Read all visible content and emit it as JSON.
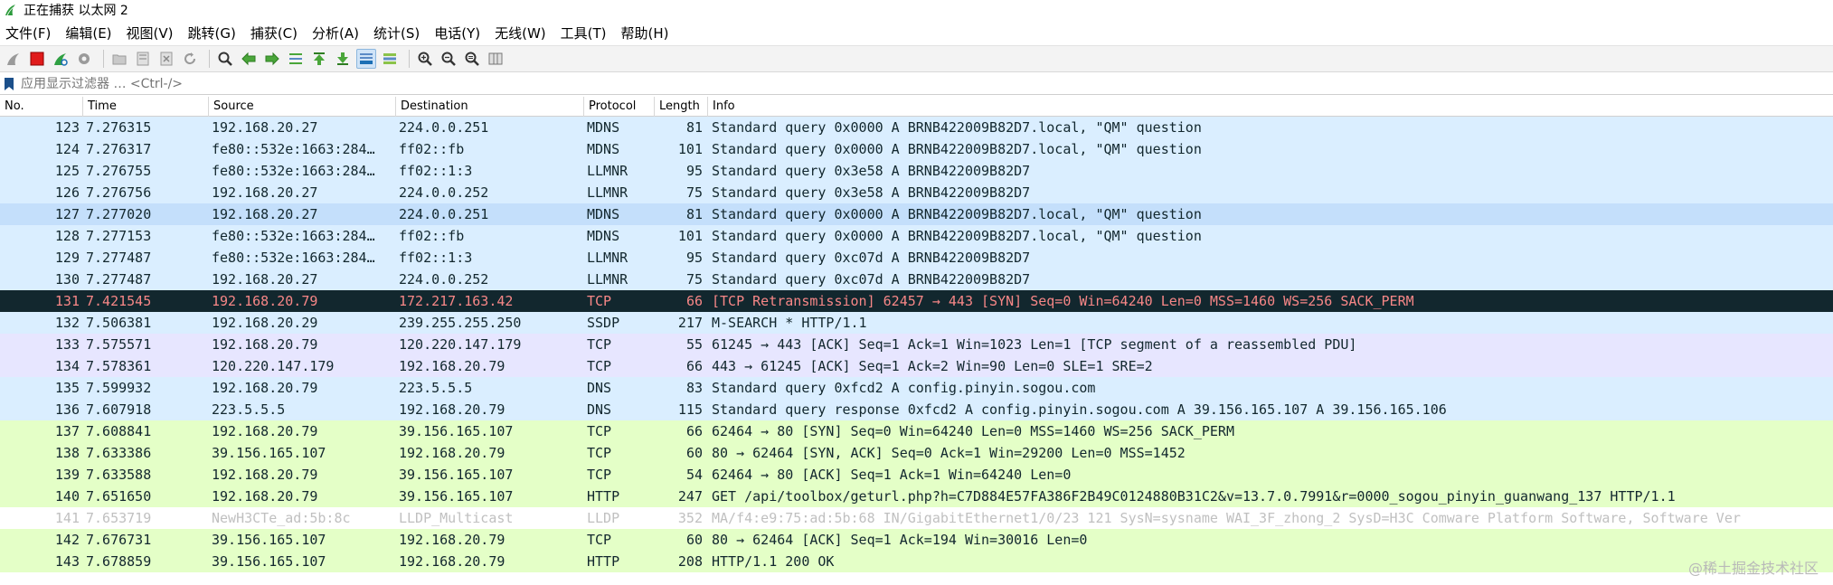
{
  "window": {
    "title": "正在捕获 以太网 2"
  },
  "menu": [
    "文件(F)",
    "编辑(E)",
    "视图(V)",
    "跳转(G)",
    "捕获(C)",
    "分析(A)",
    "统计(S)",
    "电话(Y)",
    "无线(W)",
    "工具(T)",
    "帮助(H)"
  ],
  "toolbar": {
    "icons": [
      "shark-fin-start-icon",
      "stop-square-icon",
      "restart-fin-icon",
      "capture-options-gear-icon",
      "open-folder-icon",
      "save-file-icon",
      "close-file-icon",
      "reload-icon",
      "find-magnifier-icon",
      "go-back-arrow-icon",
      "go-forward-arrow-icon",
      "go-to-packet-icon",
      "go-first-icon",
      "go-last-icon",
      "autoscroll-icon",
      "colorize-icon",
      "zoom-in-icon",
      "zoom-out-icon",
      "zoom-normal-icon",
      "resize-columns-icon"
    ]
  },
  "filter": {
    "placeholder": "应用显示过滤器 … <Ctrl-/>"
  },
  "columns": {
    "no": "No.",
    "time": "Time",
    "source": "Source",
    "destination": "Destination",
    "protocol": "Protocol",
    "length": "Length",
    "info": "Info"
  },
  "colors": {
    "mdns_bg": "#daeeff",
    "mdns_selected_bg": "#c4dffb",
    "tcp_bg": "#e7e6ff",
    "dns_bg": "#daeeff",
    "http_bg": "#e4ffc7",
    "tcp_http_bg": "#e4ffc7",
    "bad_bg": "#12272e",
    "bad_fg": "#f78787",
    "lldp_bg": "#ffffff",
    "lldp_fg": "#c0c0c0",
    "text": "#12272e"
  },
  "packets": [
    {
      "no": "123",
      "time": "7.276315",
      "source": "192.168.20.27",
      "destination": "224.0.0.251",
      "protocol": "MDNS",
      "length": "81",
      "info": "Standard query 0x0000 A BRNB422009B82D7.local, \"QM\" question",
      "style": "mdns"
    },
    {
      "no": "124",
      "time": "7.276317",
      "source": "fe80::532e:1663:284…",
      "destination": "ff02::fb",
      "protocol": "MDNS",
      "length": "101",
      "info": "Standard query 0x0000 A BRNB422009B82D7.local, \"QM\" question",
      "style": "mdns"
    },
    {
      "no": "125",
      "time": "7.276755",
      "source": "fe80::532e:1663:284…",
      "destination": "ff02::1:3",
      "protocol": "LLMNR",
      "length": "95",
      "info": "Standard query 0x3e58 A BRNB422009B82D7",
      "style": "mdns"
    },
    {
      "no": "126",
      "time": "7.276756",
      "source": "192.168.20.27",
      "destination": "224.0.0.252",
      "protocol": "LLMNR",
      "length": "75",
      "info": "Standard query 0x3e58 A BRNB422009B82D7",
      "style": "mdns"
    },
    {
      "no": "127",
      "time": "7.277020",
      "source": "192.168.20.27",
      "destination": "224.0.0.251",
      "protocol": "MDNS",
      "length": "81",
      "info": "Standard query 0x0000 A BRNB422009B82D7.local, \"QM\" question",
      "style": "mdns-sel"
    },
    {
      "no": "128",
      "time": "7.277153",
      "source": "fe80::532e:1663:284…",
      "destination": "ff02::fb",
      "protocol": "MDNS",
      "length": "101",
      "info": "Standard query 0x0000 A BRNB422009B82D7.local, \"QM\" question",
      "style": "mdns"
    },
    {
      "no": "129",
      "time": "7.277487",
      "source": "fe80::532e:1663:284…",
      "destination": "ff02::1:3",
      "protocol": "LLMNR",
      "length": "95",
      "info": "Standard query 0xc07d A BRNB422009B82D7",
      "style": "mdns"
    },
    {
      "no": "130",
      "time": "7.277487",
      "source": "192.168.20.27",
      "destination": "224.0.0.252",
      "protocol": "LLMNR",
      "length": "75",
      "info": "Standard query 0xc07d A BRNB422009B82D7",
      "style": "mdns"
    },
    {
      "no": "131",
      "time": "7.421545",
      "source": "192.168.20.79",
      "destination": "172.217.163.42",
      "protocol": "TCP",
      "length": "66",
      "info": "[TCP Retransmission] 62457 → 443 [SYN] Seq=0 Win=64240 Len=0 MSS=1460 WS=256 SACK_PERM",
      "style": "bad"
    },
    {
      "no": "132",
      "time": "7.506381",
      "source": "192.168.20.29",
      "destination": "239.255.255.250",
      "protocol": "SSDP",
      "length": "217",
      "info": "M-SEARCH * HTTP/1.1",
      "style": "mdns"
    },
    {
      "no": "133",
      "time": "7.575571",
      "source": "192.168.20.79",
      "destination": "120.220.147.179",
      "protocol": "TCP",
      "length": "55",
      "info": "61245 → 443 [ACK] Seq=1 Ack=1 Win=1023 Len=1 [TCP segment of a reassembled PDU]",
      "style": "tcp"
    },
    {
      "no": "134",
      "time": "7.578361",
      "source": "120.220.147.179",
      "destination": "192.168.20.79",
      "protocol": "TCP",
      "length": "66",
      "info": "443 → 61245 [ACK] Seq=1 Ack=2 Win=90 Len=0 SLE=1 SRE=2",
      "style": "tcp"
    },
    {
      "no": "135",
      "time": "7.599932",
      "source": "192.168.20.79",
      "destination": "223.5.5.5",
      "protocol": "DNS",
      "length": "83",
      "info": "Standard query 0xfcd2 A config.pinyin.sogou.com",
      "style": "mdns"
    },
    {
      "no": "136",
      "time": "7.607918",
      "source": "223.5.5.5",
      "destination": "192.168.20.79",
      "protocol": "DNS",
      "length": "115",
      "info": "Standard query response 0xfcd2 A config.pinyin.sogou.com A 39.156.165.107 A 39.156.165.106",
      "style": "mdns"
    },
    {
      "no": "137",
      "time": "7.608841",
      "source": "192.168.20.79",
      "destination": "39.156.165.107",
      "protocol": "TCP",
      "length": "66",
      "info": "62464 → 80 [SYN] Seq=0 Win=64240 Len=0 MSS=1460 WS=256 SACK_PERM",
      "style": "http"
    },
    {
      "no": "138",
      "time": "7.633386",
      "source": "39.156.165.107",
      "destination": "192.168.20.79",
      "protocol": "TCP",
      "length": "60",
      "info": "80 → 62464 [SYN, ACK] Seq=0 Ack=1 Win=29200 Len=0 MSS=1452",
      "style": "http"
    },
    {
      "no": "139",
      "time": "7.633588",
      "source": "192.168.20.79",
      "destination": "39.156.165.107",
      "protocol": "TCP",
      "length": "54",
      "info": "62464 → 80 [ACK] Seq=1 Ack=1 Win=64240 Len=0",
      "style": "http"
    },
    {
      "no": "140",
      "time": "7.651650",
      "source": "192.168.20.79",
      "destination": "39.156.165.107",
      "protocol": "HTTP",
      "length": "247",
      "info": "GET /api/toolbox/geturl.php?h=C7D884E57FA386F2B49C0124880B31C2&v=13.7.0.7991&r=0000_sogou_pinyin_guanwang_137 HTTP/1.1",
      "style": "http"
    },
    {
      "no": "141",
      "time": "7.653719",
      "source": "NewH3CTe_ad:5b:8c",
      "destination": "LLDP_Multicast",
      "protocol": "LLDP",
      "length": "352",
      "info": "MA/f4:e9:75:ad:5b:68 IN/GigabitEthernet1/0/23 121 SysN=sysname WAI_3F_zhong_2 SysD=H3C Comware Platform Software, Software Ver",
      "style": "lldp"
    },
    {
      "no": "142",
      "time": "7.676731",
      "source": "39.156.165.107",
      "destination": "192.168.20.79",
      "protocol": "TCP",
      "length": "60",
      "info": "80 → 62464 [ACK] Seq=1 Ack=194 Win=30016 Len=0",
      "style": "http"
    },
    {
      "no": "143",
      "time": "7.678859",
      "source": "39.156.165.107",
      "destination": "192.168.20.79",
      "protocol": "HTTP",
      "length": "208",
      "info": "HTTP/1.1 200 OK",
      "style": "http"
    }
  ],
  "watermark": {
    "text": "@稀土掘金技术社区"
  }
}
